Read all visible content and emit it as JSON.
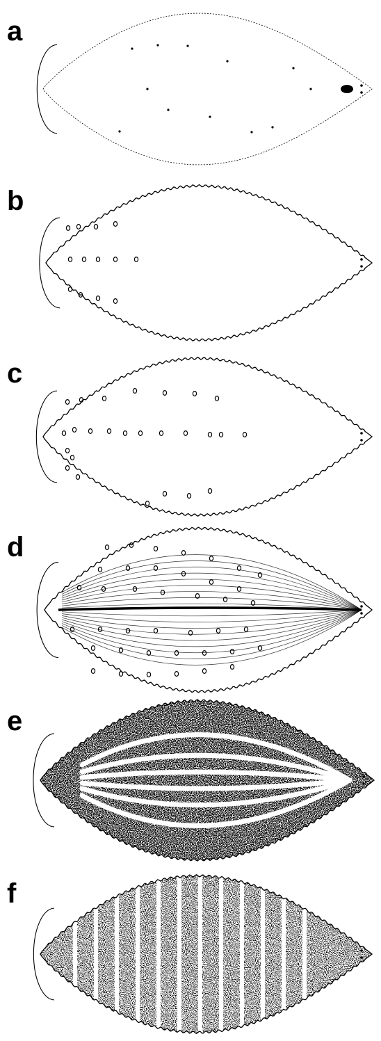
{
  "figure": {
    "panels": [
      {
        "label": "a",
        "fill": "sparse"
      },
      {
        "label": "b",
        "fill": "none"
      },
      {
        "label": "c",
        "fill": "none"
      },
      {
        "label": "d",
        "fill": "lines"
      },
      {
        "label": "e",
        "fill": "dense-stripes"
      },
      {
        "label": "f",
        "fill": "speckle"
      }
    ],
    "colors": {
      "ink": "#000000",
      "background": "#ffffff",
      "speckle": "#1a1a1a"
    }
  }
}
